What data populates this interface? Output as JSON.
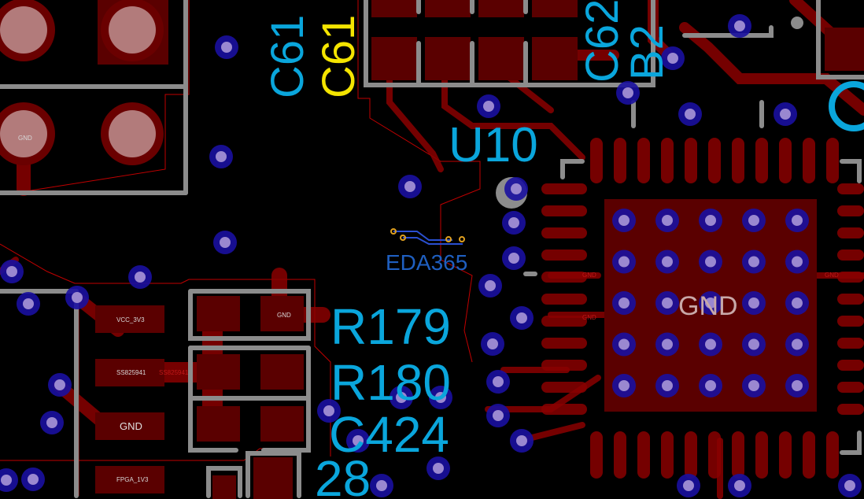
{
  "canvas": {
    "background": "#000000",
    "top_layer_color": "#8a0000",
    "silk_color": "#0aa6dc",
    "via_color": "#1a0fa0"
  },
  "designators": {
    "c61_a": "C61",
    "c61_b": "C61",
    "c62": "C62",
    "b2": "B2",
    "u10": "U10",
    "r179": "R179",
    "r180": "R180",
    "c424": "C424",
    "partial_bottom": "28"
  },
  "logo": {
    "text": "EDA365"
  },
  "net_labels": {
    "gnd_top_left": "GND",
    "vcc_3v3": "VCC_3V3",
    "ss825941_a": "SS825941",
    "ss825941_b": "SS825941",
    "gnd_pad": "GND",
    "fpga_1v3": "FPGA_1V3",
    "gnd_small_1": "GND",
    "gnd_small_2": "GND",
    "gnd_small_3": "GND",
    "gnd_small_4": "GND",
    "ep_gnd": "GND"
  }
}
